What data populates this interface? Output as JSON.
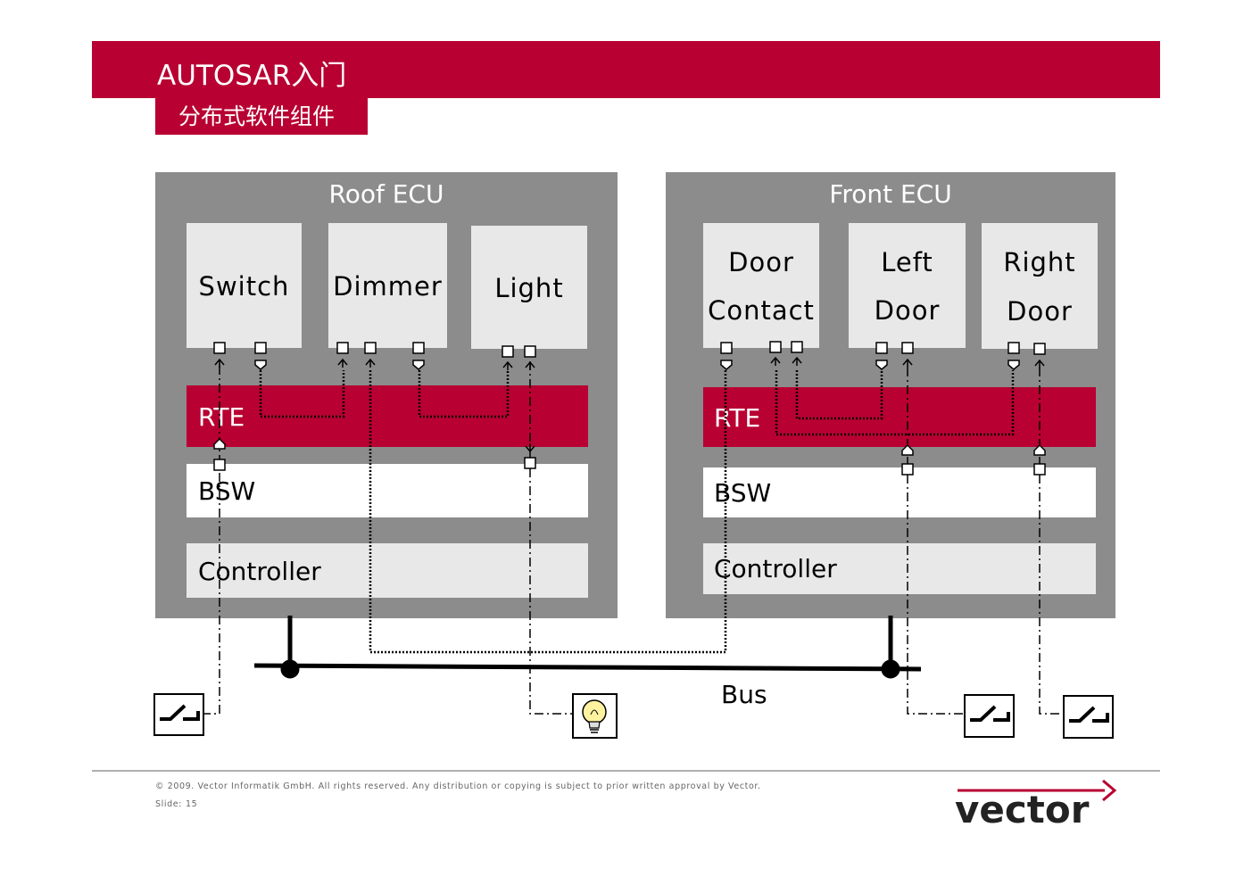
{
  "header": {
    "title": "AUTOSAR入门",
    "subtitle": "分布式软件组件",
    "accent": "#b80032"
  },
  "roof_ecu": {
    "title": "Roof ECU",
    "components": [
      {
        "line1": "Switch",
        "line2": ""
      },
      {
        "line1": "Dimmer",
        "line2": ""
      },
      {
        "line1": "Light",
        "line2": ""
      }
    ],
    "rte": "RTE",
    "bsw": "BSW",
    "controller": "Controller"
  },
  "front_ecu": {
    "title": "Front ECU",
    "components": [
      {
        "line1": "Door",
        "line2": "Contact"
      },
      {
        "line1": "Left",
        "line2": "Door"
      },
      {
        "line1": "Right",
        "line2": "Door"
      }
    ],
    "rte": "RTE",
    "bsw": "BSW",
    "controller": "Controller"
  },
  "bus": {
    "label": "Bus"
  },
  "devices": [
    {
      "name": "switch-icon"
    },
    {
      "name": "light-bulb-icon"
    },
    {
      "name": "switch-icon"
    },
    {
      "name": "switch-icon"
    }
  ],
  "footer": {
    "copyright": "© 2009. Vector Informatik GmbH. All rights reserved. Any distribution or copying is subject to prior written approval by Vector.",
    "slide_label": "Slide:",
    "slide_number": "15",
    "logo_text": "vector"
  }
}
